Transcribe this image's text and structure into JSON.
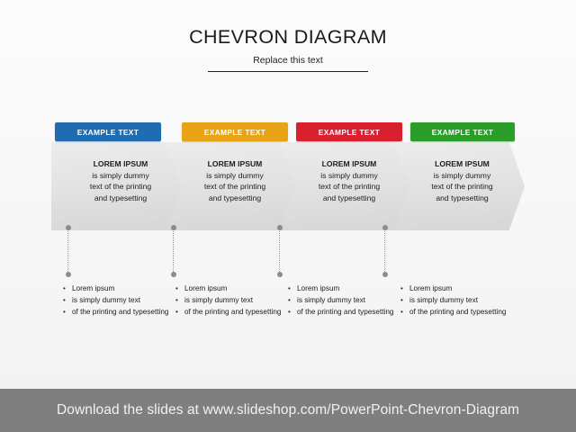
{
  "slide": {
    "title": "CHEVRON DIAGRAM",
    "subtitle": "Replace this text"
  },
  "colors": {
    "blue": "#1f6cb0",
    "orange": "#e8a317",
    "red": "#d9202f",
    "green": "#2b9e29",
    "chevron_fill": "#e3e3e3",
    "footer_bg": "#7f7f7f",
    "slide_bg": "#f6f6f6"
  },
  "steps": [
    {
      "header": "EXAMPLE TEXT",
      "color": "#1f6cb0",
      "body_lead": "LOREM IPSUM",
      "body_lines": [
        "is simply dummy",
        "text of the printing",
        "and typesetting"
      ],
      "bullets": [
        "Lorem ipsum",
        "is simply dummy text",
        "of the printing and typesetting"
      ]
    },
    {
      "header": "EXAMPLE TEXT",
      "color": "#e8a317",
      "body_lead": "LOREM IPSUM",
      "body_lines": [
        "is simply dummy",
        "text of the printing",
        "and typesetting"
      ],
      "bullets": [
        "Lorem ipsum",
        "is simply dummy text",
        "of the printing and typesetting"
      ]
    },
    {
      "header": "EXAMPLE TEXT",
      "color": "#d9202f",
      "body_lead": "LOREM IPSUM",
      "body_lines": [
        "is simply dummy",
        "text of the printing",
        "and typesetting"
      ],
      "bullets": [
        "Lorem ipsum",
        "is simply dummy text",
        "of the printing and typesetting"
      ]
    },
    {
      "header": "EXAMPLE TEXT",
      "color": "#2b9e29",
      "body_lead": "LOREM IPSUM",
      "body_lines": [
        "is simply dummy",
        "text of the printing",
        "and typesetting"
      ],
      "bullets": [
        "Lorem ipsum",
        "is simply dummy text",
        "of the printing and typesetting"
      ]
    }
  ],
  "bullet_marker": "•",
  "footer": {
    "text": "Download the slides at www.slideshop.com/PowerPoint-Chevron-Diagram"
  }
}
